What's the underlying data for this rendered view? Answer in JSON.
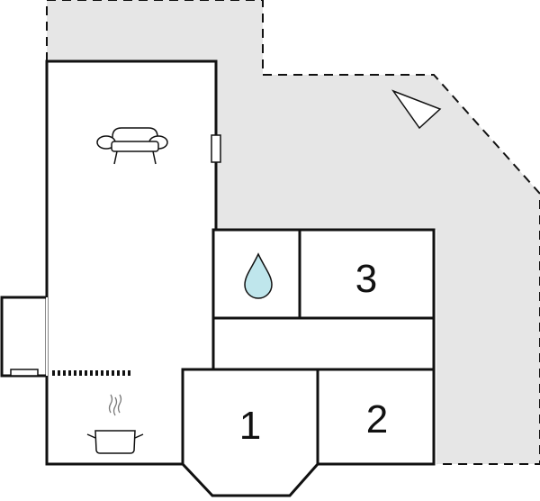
{
  "plan": {
    "rooms": [
      {
        "id": "bedroom-1",
        "number": "1"
      },
      {
        "id": "bedroom-2",
        "number": "2"
      },
      {
        "id": "bedroom-3",
        "number": "3"
      }
    ],
    "icons": [
      "sofa-icon",
      "water-drop-icon",
      "cooking-pot-icon",
      "north-arrow-icon"
    ],
    "colors": {
      "terrace": "#e6e6e6",
      "walls": "#111111",
      "water": "#bfe6ec",
      "background": "#ffffff"
    }
  }
}
